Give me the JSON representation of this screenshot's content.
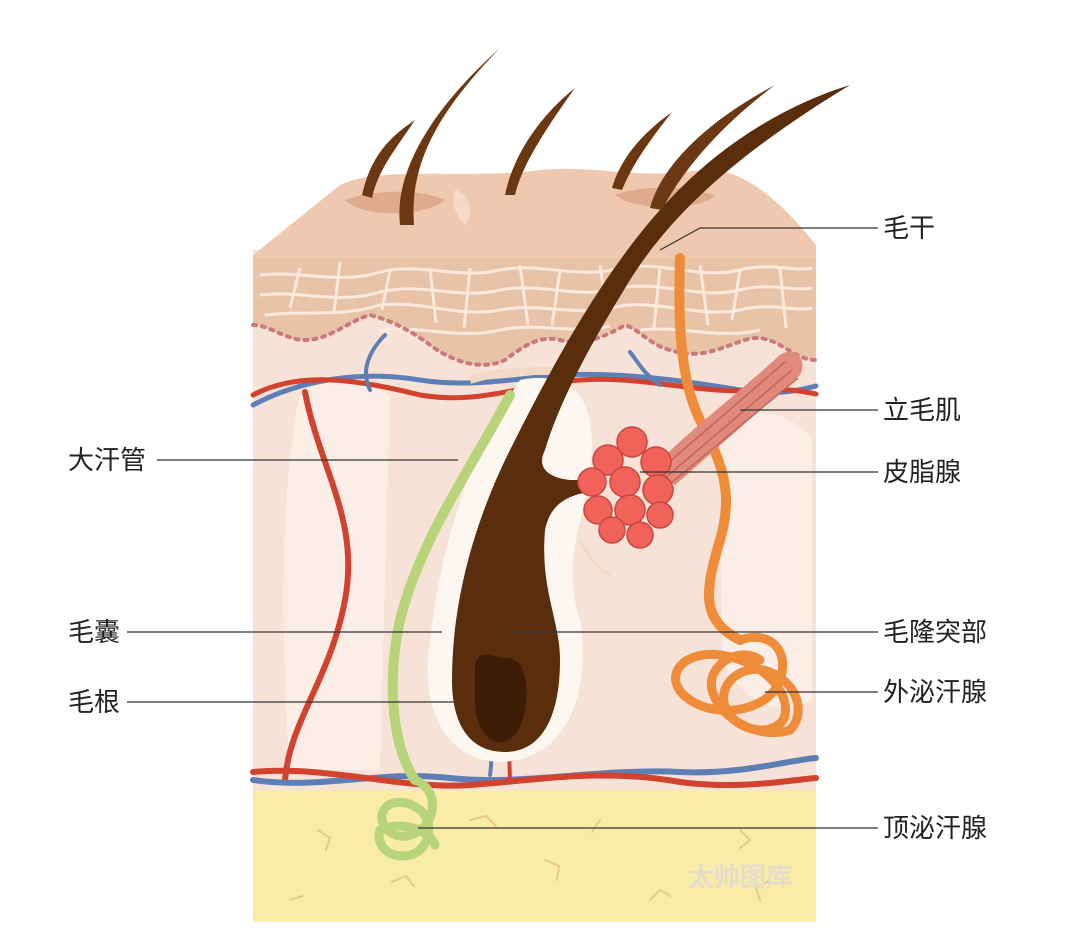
{
  "labels": {
    "hair_shaft": "毛干",
    "arrector_pili": "立毛肌",
    "sebaceous_gland": "皮脂腺",
    "bulge": "毛隆突部",
    "eccrine_gland": "外泌汗腺",
    "apocrine_gland": "顶泌汗腺",
    "sweat_duct": "大汗管",
    "hair_follicle": "毛囊",
    "hair_root": "毛根"
  },
  "watermark": "太帅图库",
  "colors": {
    "epidermis_top": "#efc8b0",
    "dermis": "#f6e2d6",
    "fat": "#f9eba8",
    "hair": "#5a2d0c",
    "artery": "#d2422e",
    "vein": "#5d7fb5",
    "sweat_gland": "#ee8c3a",
    "apocrine": "#b7d47a",
    "sebaceous": "#f0625a",
    "muscle": "#e08a7e"
  }
}
